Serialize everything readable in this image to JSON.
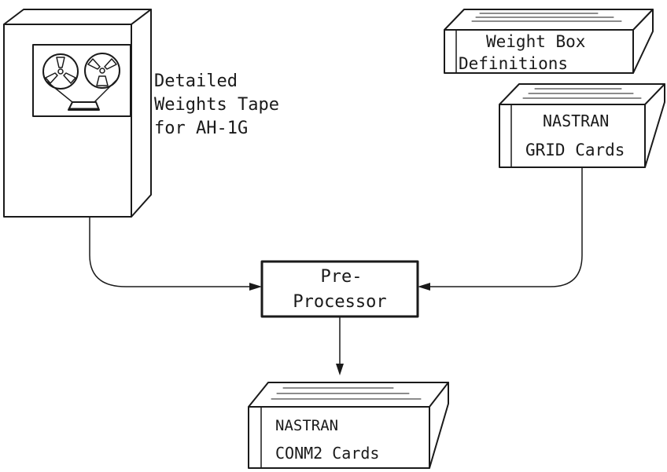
{
  "tape": {
    "label_line1": "Detailed",
    "label_line2": "Weights Tape",
    "label_line3": "for AH-1G"
  },
  "weight_box_cards": {
    "line1": "Weight Box",
    "line2": "Definitions"
  },
  "grid_cards": {
    "line1": "NASTRAN",
    "line2": "GRID Cards"
  },
  "preprocessor": {
    "line1": "Pre-",
    "line2": "Processor"
  },
  "conm2_cards": {
    "line1": "NASTRAN",
    "line2": "CONM2 Cards"
  }
}
